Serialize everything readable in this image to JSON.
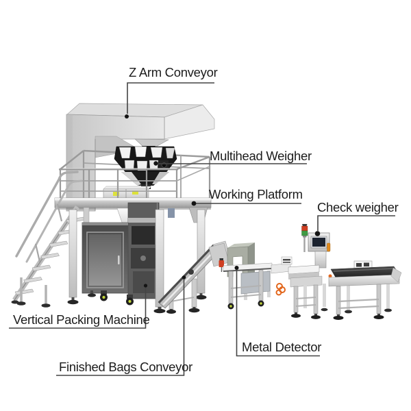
{
  "background": "#ffffff",
  "colors": {
    "label_text": "#1c1c1c",
    "callout_line": "#444444",
    "callout_dot": "#141414",
    "red_lamp": "#cf3f22",
    "green_lamp": "#3f9a44",
    "orange_cable": "#e2661c",
    "orange_handle": "#e08a1e",
    "yellow_sticker": "#dde23a",
    "caster_hub": "#c3d63b"
  },
  "labels": {
    "z_arm_conveyor": "Z Arm Conveyor",
    "multihead_weigher": "Multihead Weigher",
    "working_platform": "Working Platform",
    "check_weigher": "Check weigher",
    "vertical_packing_machine": "Vertical Packing Machine",
    "metal_detector": "Metal Detector",
    "finished_bags_conveyor": "Finished Bags Conveyor"
  }
}
